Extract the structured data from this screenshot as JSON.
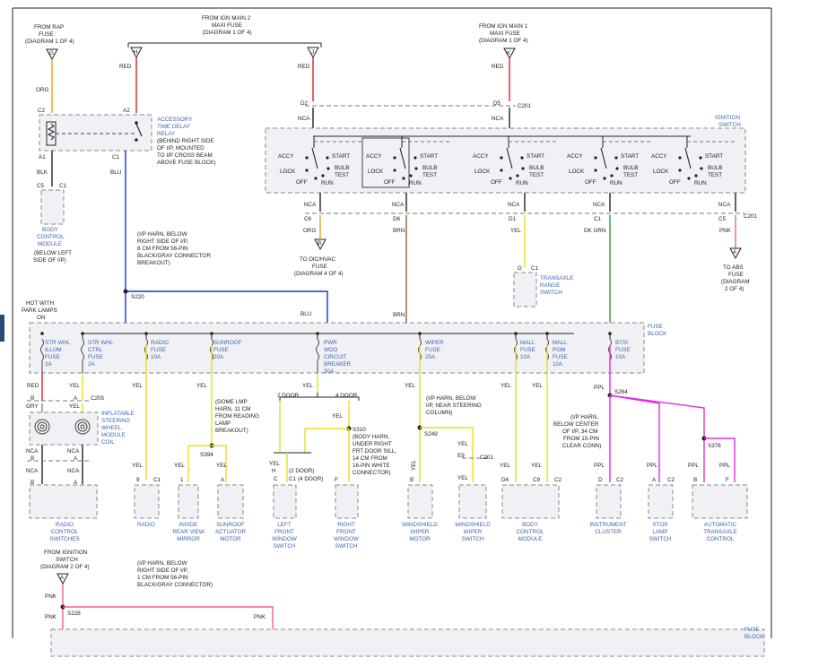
{
  "header_sources": {
    "rap_fuse": [
      "FROM RAP",
      "FUSE",
      "(DIAGRAM 1 OF 4)"
    ],
    "ign_main2": [
      "FROM IGN MAIN 2",
      "MAXI FUSE",
      "(DIAGRAM 1 OF 4)"
    ],
    "ign_main1": [
      "FROM IGN MAIN 1",
      "MAXI FUSE",
      "(DIAGRAM 1 OF 4)"
    ]
  },
  "connectors": {
    "G": "G",
    "H": "H",
    "J": "J",
    "K": "K",
    "D": "D",
    "A": "A",
    "A2": "A"
  },
  "wire_colors": {
    "org": "ORG",
    "red": "RED",
    "blk": "BLK",
    "blu": "BLU",
    "nca": "NCA",
    "brn": "BRN",
    "yel": "YEL",
    "dk_grn": "DK GRN",
    "pnk": "PNK",
    "ppl": "PPL",
    "gry": "GRY"
  },
  "pins": {
    "c2": "C2",
    "a2": "A2",
    "a1": "A1",
    "c1": "C1",
    "c5": "C5",
    "d2": "D2",
    "d5": "D5",
    "c201": "C201",
    "c6": "C6",
    "d6": "D6",
    "d1": "D1",
    "c205": "C205",
    "b": "B",
    "a": "A",
    "c": "C",
    "e9": "E9",
    "d4": "D4",
    "c9": "C9",
    "f": "F",
    "nine": "9",
    "one": "1",
    "h": "H",
    "d": "D"
  },
  "relay": {
    "label": [
      "ACCESSORY",
      "TIME DELAY",
      "RELAY"
    ],
    "note": [
      "(BEHIND RIGHT SIDE",
      "OF I/P, MOUNTED",
      "TO I/P CROSS BEAM",
      "ABOVE FUSE BLOCK)"
    ]
  },
  "bcm_top": {
    "label": [
      "BODY",
      "CONTROL",
      "MODULE"
    ],
    "note": [
      "(BELOW LEFT",
      "SIDE OF I/P)"
    ]
  },
  "ignition_switch": {
    "label": [
      "IGNITION",
      "SWITCH"
    ],
    "positions": {
      "accy": "ACCY",
      "lock": "LOCK",
      "off": "OFF",
      "run": "RUN",
      "start": "START",
      "bulb": "BULB",
      "test": "TEST"
    }
  },
  "dest_notes": {
    "dic": [
      "TO DIC/HVAC",
      "FUSE",
      "(DIAGRAM 4 OF 4)"
    ],
    "abs": [
      "TO ABS",
      "FUSE",
      "(DIAGRAM",
      "2 OF 4)"
    ],
    "b_tri": "B",
    "a_tri": "A"
  },
  "transaxle_range": {
    "label": [
      "TRANSAXLE",
      "RANGE",
      "SWITCH"
    ]
  },
  "s220": {
    "id": "S220",
    "note": [
      "(I/P HARN, BELOW",
      "RIGHT SIDE OF I/P,",
      "8 CM FROM 56-PIN",
      "BLACK/GRAY CONNECTOR",
      "BREAKOUT)"
    ]
  },
  "hot_with": [
    "HOT WITH",
    "PARK LAMPS",
    "ON"
  ],
  "fuse_block": {
    "label": [
      "FUSE",
      "BLOCK"
    ],
    "fuses": [
      [
        "STR WHL",
        "ILLUM",
        "FUSE",
        "2A"
      ],
      [
        "STR WHL",
        "CTRL",
        "FUSE",
        "2A"
      ],
      [
        "RADIO",
        "FUSE",
        "10A"
      ],
      [
        "SUNROOF",
        "FUSE",
        "20A"
      ],
      [
        "PWR",
        "WDO",
        "CIRCUIT",
        "BREAKER",
        "30A"
      ],
      [
        "WIPER",
        "FUSE",
        "25A"
      ],
      [
        "MALL",
        "FUSE",
        "10A"
      ],
      [
        "MALL",
        "PGM",
        "FUSE",
        "10A"
      ],
      [
        "BTSI",
        "FUSE",
        "10A"
      ]
    ]
  },
  "steering_coil": {
    "label": [
      "INFLATABLE",
      "STEERING",
      "WHEEL",
      "MODULE",
      "COIL"
    ]
  },
  "s394": {
    "id": "S394",
    "note": [
      "(DOME LMP",
      "HARN, 11 CM",
      "FROM READING",
      "LAMP",
      "BREAKOUT)"
    ]
  },
  "door_labels": {
    "two": "2 DOOR",
    "four": "4 DOOR",
    "two_p": "(2 DOOR)",
    "four_p": "(4 DOOR)"
  },
  "s310": {
    "id": "S310",
    "note": [
      "(BODY HARN,",
      "UNDER RIGHT",
      "FRT DOOR SILL,",
      "14 CM FROM",
      "16-PIN WHITE",
      "CONNECTOR)"
    ]
  },
  "s249": {
    "id": "S249",
    "note": [
      "(I/P HARN, BELOW",
      "I/P, NEAR STEERING",
      "COLUMN)"
    ]
  },
  "s264": {
    "id": "S264",
    "note": [
      "(I/P HARN,",
      "BELOW CENTER",
      "OF I/P, 34 CM",
      "FROM 10-PIN",
      "CLEAR CONN)"
    ]
  },
  "s376": {
    "id": "S376"
  },
  "components": [
    [
      "RADIO",
      "CONTROL",
      "SWITCHES"
    ],
    [
      "RADIO"
    ],
    [
      "INSIDE",
      "REAR VIEW",
      "MIRROR"
    ],
    [
      "SUNROOF",
      "ACTUATOR",
      "MOTOR"
    ],
    [
      "LEFT",
      "FRONT",
      "WINDOW",
      "SWITCH"
    ],
    [
      "RIGHT",
      "FRONT",
      "WINDOW",
      "SWITCH"
    ],
    [
      "WINDSHIELD",
      "WIPER",
      "MOTOR"
    ],
    [
      "WINDSHIELD",
      "WIPER",
      "SWITCH"
    ],
    [
      "BODY",
      "CONTROL",
      "MODULE"
    ],
    [
      "INSTRUMENT",
      "CLUSTER"
    ],
    [
      "STOP",
      "LAMP",
      "SWITCH"
    ],
    [
      "AUTOMATIC",
      "TRANSAXLE",
      "CONTROL"
    ]
  ],
  "bottom": {
    "from_ign": [
      "FROM IGNITION",
      "SWITCH",
      "(DIAGRAM 2 OF 4)"
    ],
    "s228": {
      "id": "S228",
      "note": [
        "(I/P HARN, BELOW",
        "RIGHT SIDE OF I/P,",
        "1 CM FROM 56-PIN",
        "BLACK/GRAY CONNECTOR)"
      ]
    },
    "fuse_block": [
      "FUSE",
      "BLOCK"
    ]
  },
  "colors": {
    "red": "#e02020",
    "orange": "#f0a020",
    "blue": "#1a2fe0",
    "brown": "#8a6a30",
    "yellow": "#e8e020",
    "green": "#2aa030",
    "pink": "#f06090",
    "magenta": "#e030e0",
    "black": "#222222",
    "label_blue": "#3a64b0"
  }
}
